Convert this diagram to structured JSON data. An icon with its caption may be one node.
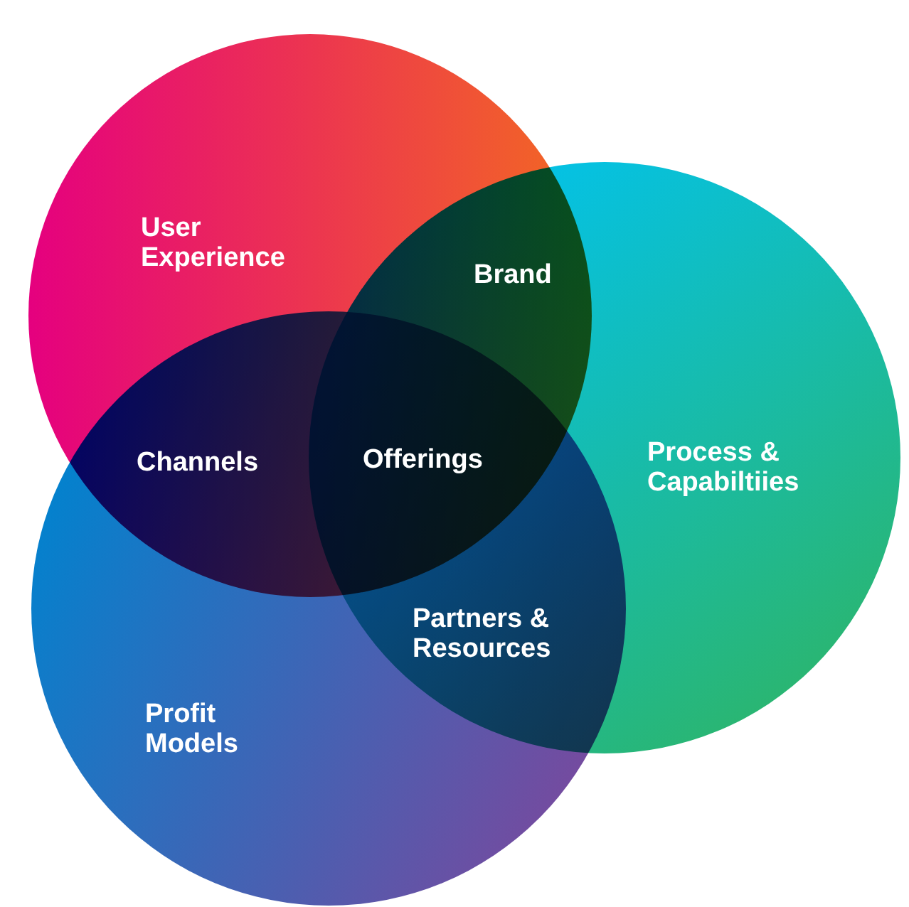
{
  "diagram": {
    "nodes": [
      {
        "text": [
          "User Experience"
        ]
      },
      {
        "text": [
          "Process & Capabiltiies"
        ]
      },
      {
        "text": [
          "Profit Models"
        ]
      }
    ],
    "labels": [
      "Brand",
      "Channels",
      "Offerings",
      "Partners & Resources"
    ]
  }
}
